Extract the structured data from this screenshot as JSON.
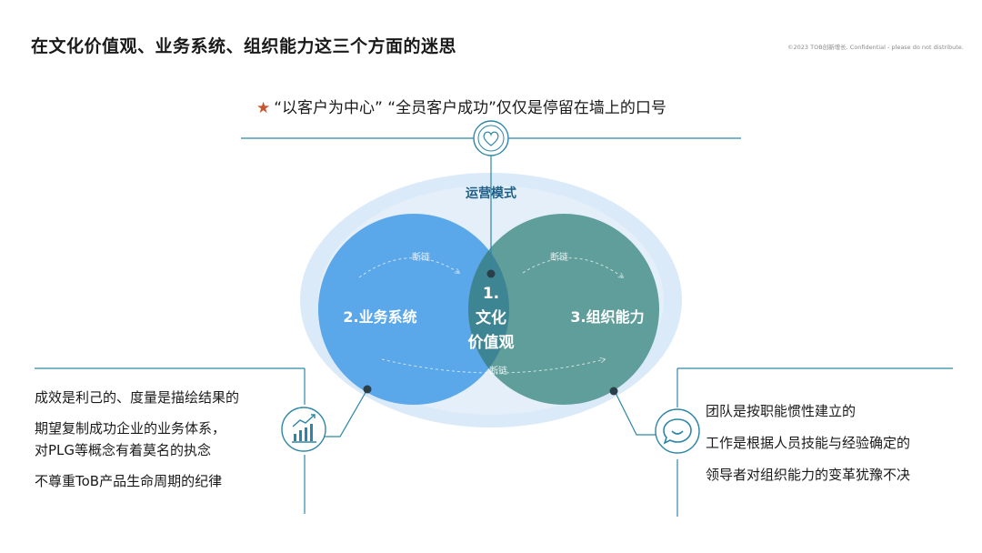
{
  "header": {
    "title": "在文化价值观、业务系统、组织能力这三个方面的迷思",
    "copyright": "©2023 TOB创新增长. Confidential - please do not distribute."
  },
  "top_slogan": {
    "star": "★",
    "text": "“以客户为中心” “全员客户成功”仅仅是停留在墙上的口号"
  },
  "diagram": {
    "outer_label": "运营模式",
    "left_circle": "2.业务系统",
    "right_circle": "3.组织能力",
    "center_lines": [
      "1.",
      "文化",
      "价值观"
    ],
    "break_labels": [
      "断链",
      "断链",
      "断链"
    ],
    "colors": {
      "outer_ellipse": "#dbeaf8",
      "left_circle": "#5aa7ea",
      "right_circle": "#5f9e9b",
      "overlap": "#3d8592",
      "lines": "#2e86a6"
    },
    "icons": {
      "top": "heart-icon",
      "left": "chart-icon",
      "right": "chat-icon"
    }
  },
  "left_notes": [
    "成效是利己的、度量是描绘结果的",
    "期望复制成功企业的业务体系，",
    "对PLG等概念有着莫名的执念",
    "不尊重ToB产品生命周期的纪律"
  ],
  "right_notes": [
    "团队是按职能惯性建立的",
    "工作是根据人员技能与经验确定的",
    "领导者对组织能力的变革犹豫不决"
  ]
}
